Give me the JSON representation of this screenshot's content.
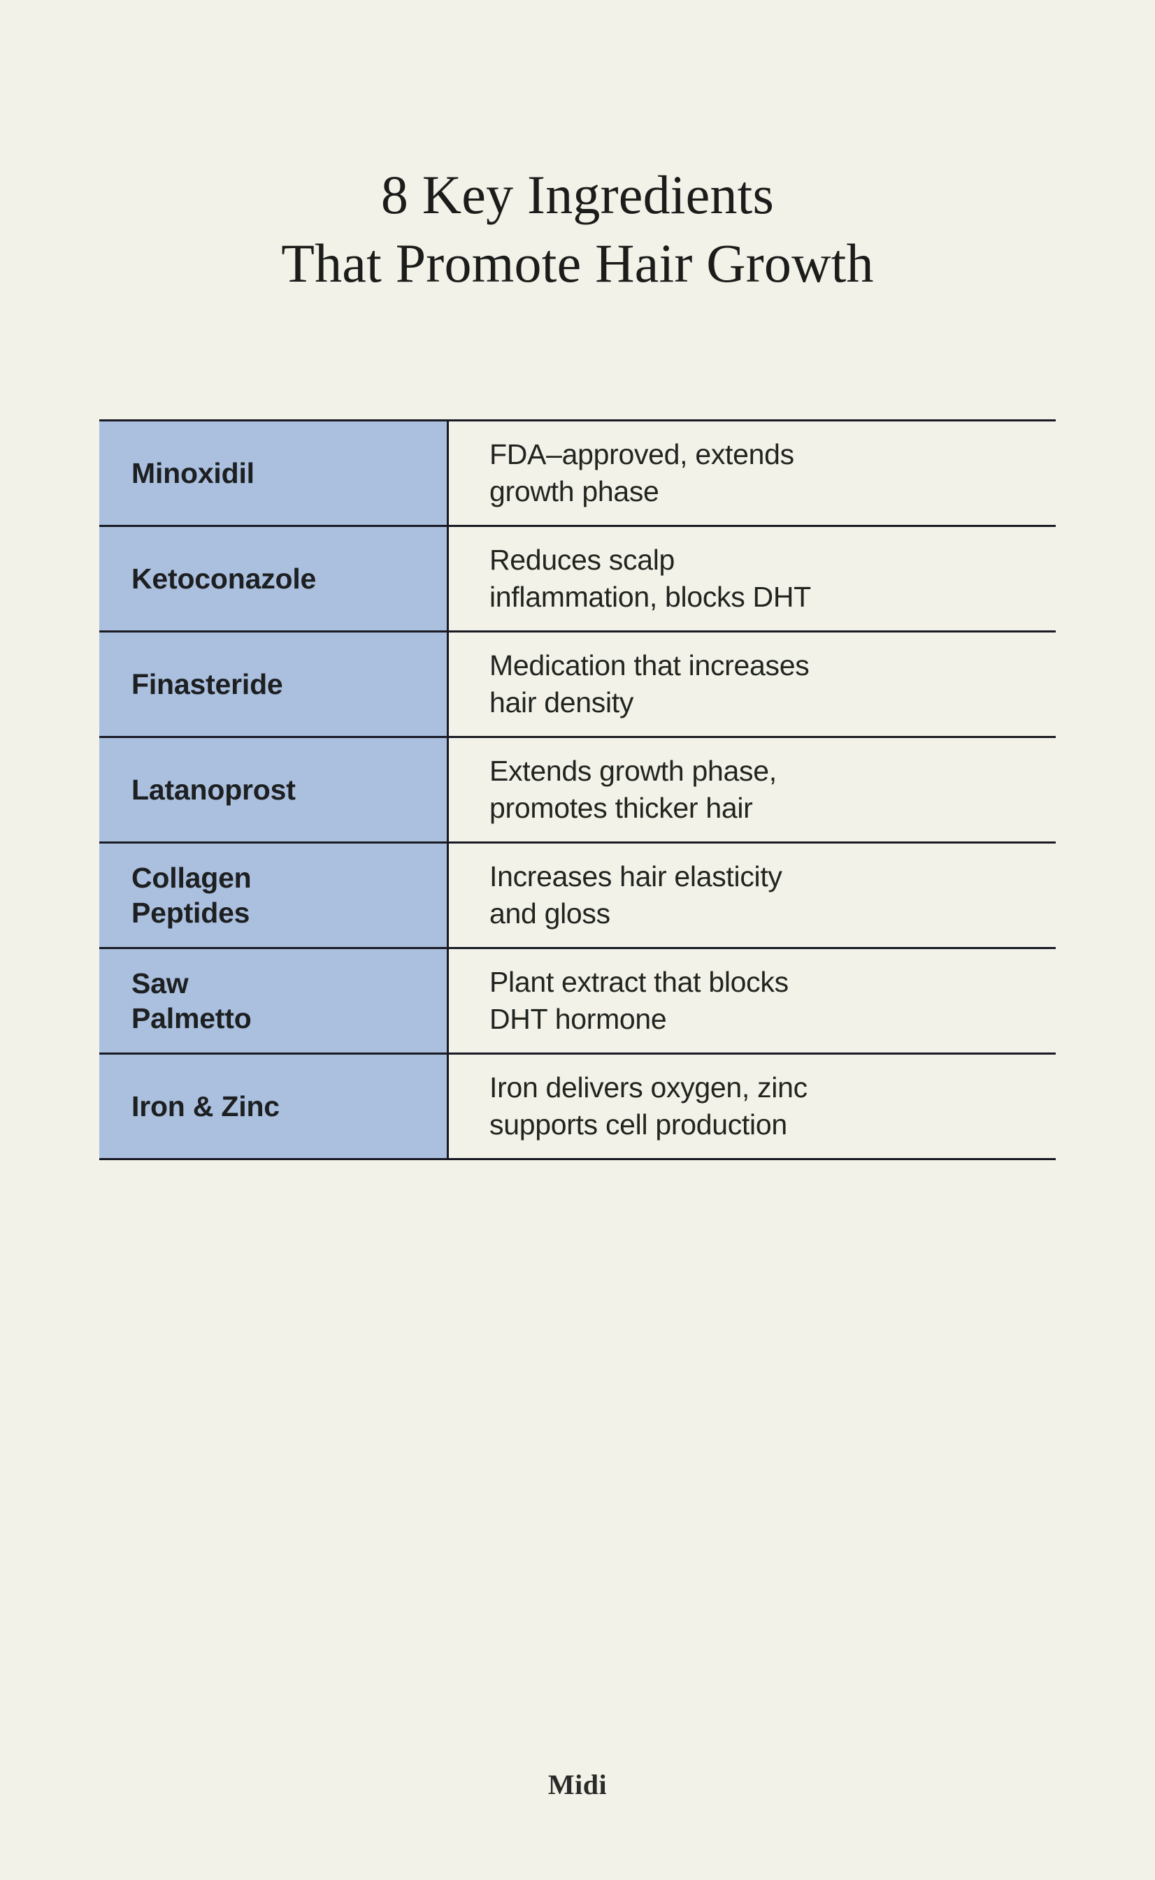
{
  "page": {
    "background_color": "#F2F2E9",
    "accent_color": "#AAC0DE",
    "text_color": "#1D1F21",
    "border_color": "#1A1A24"
  },
  "title": {
    "line1": "8 Key Ingredients",
    "line2": "That Promote Hair Growth"
  },
  "table": {
    "rows": [
      {
        "name": "Minoxidil",
        "description": "FDA–approved, extends\ngrowth phase"
      },
      {
        "name": "Ketoconazole",
        "description": "Reduces scalp\ninflammation, blocks DHT"
      },
      {
        "name": "Finasteride",
        "description": "Medication that increases\nhair density"
      },
      {
        "name": "Latanoprost",
        "description": "Extends growth phase,\npromotes thicker hair"
      },
      {
        "name": "Collagen\nPeptides",
        "description": "Increases hair elasticity\nand gloss"
      },
      {
        "name": "Saw\nPalmetto",
        "description": "Plant extract that blocks\nDHT hormone"
      },
      {
        "name": "Iron & Zinc",
        "description": "Iron delivers oxygen, zinc\nsupports cell production"
      }
    ]
  },
  "footer": {
    "brand": "Midi"
  }
}
